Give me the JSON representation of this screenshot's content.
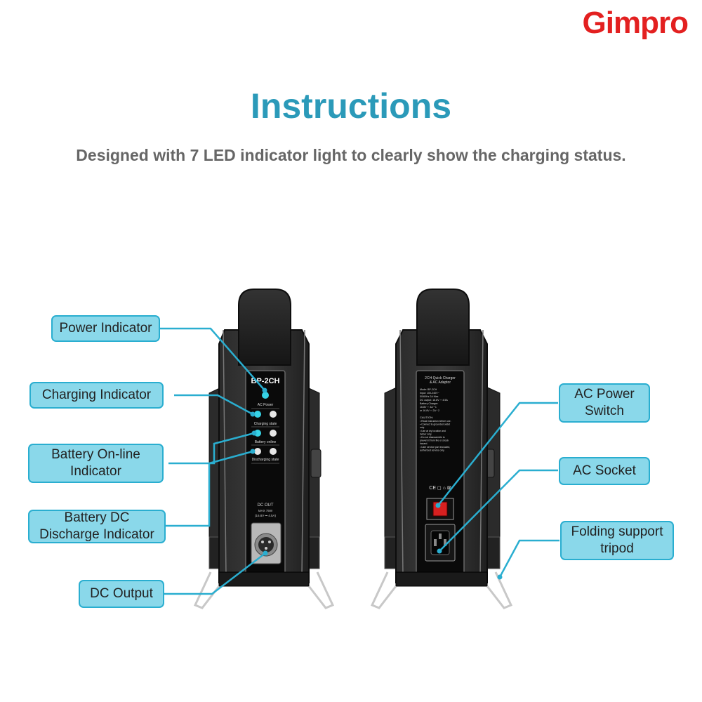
{
  "brand": "Gimpro",
  "title": "Instructions",
  "subtitle": "Designed with 7 LED indicator light to clearly show the charging status.",
  "callouts": {
    "power_indicator": "Power Indicator",
    "charging_indicator": "Charging Indicator",
    "battery_online": "Battery On-line\nIndicator",
    "battery_dc": "Battery DC\nDischarge Indicator",
    "dc_output": "DC Output",
    "ac_power_switch": "AC Power\nSwitch",
    "ac_socket": "AC Socket",
    "folding_tripod": "Folding support\ntripod"
  },
  "device_front": {
    "model": "BP-2CH",
    "ac_power": "AC Power",
    "charging_state": "Charging state",
    "battery_online": "Battery online",
    "discharging_state": "Discharging state",
    "dc_out": "DC OUT",
    "dc_max": "MAX 75W",
    "dc_rating": "(16.8V ⎓ 4.5A)"
  },
  "device_back": {
    "label_title": "2CH Quick Charger\n& AC Adaptor",
    "label_lines": [
      "Mode:  BP-2CH",
      "Input:  100-240V~",
      "50/60Hz 2A Max",
      "DC output: 16.8V ⎓ 4.5A",
      "Battery Charger:",
      "16.8V ⎓ 3A * 1",
      "or 16.8V ⎓ 2A * 2"
    ],
    "caution_title": "CAUTION:",
    "caution_lines": [
      "• Read instruction before use.",
      "• Connect to grounded outlet",
      "  only.",
      "• Use at dry location and",
      "  indoor only.",
      "• Do not disassemble to",
      "  prevent it from fire or shock",
      "  hazard.",
      "• User service part excluded,",
      "  authorized service only."
    ],
    "marks": "CE ◻ ⌂ ⊠"
  },
  "colors": {
    "brand": "#e32020",
    "title": "#2b9ab9",
    "callout_fill": "#8ad8ea",
    "callout_border": "#2aaed0",
    "led": "#36d3e6"
  }
}
